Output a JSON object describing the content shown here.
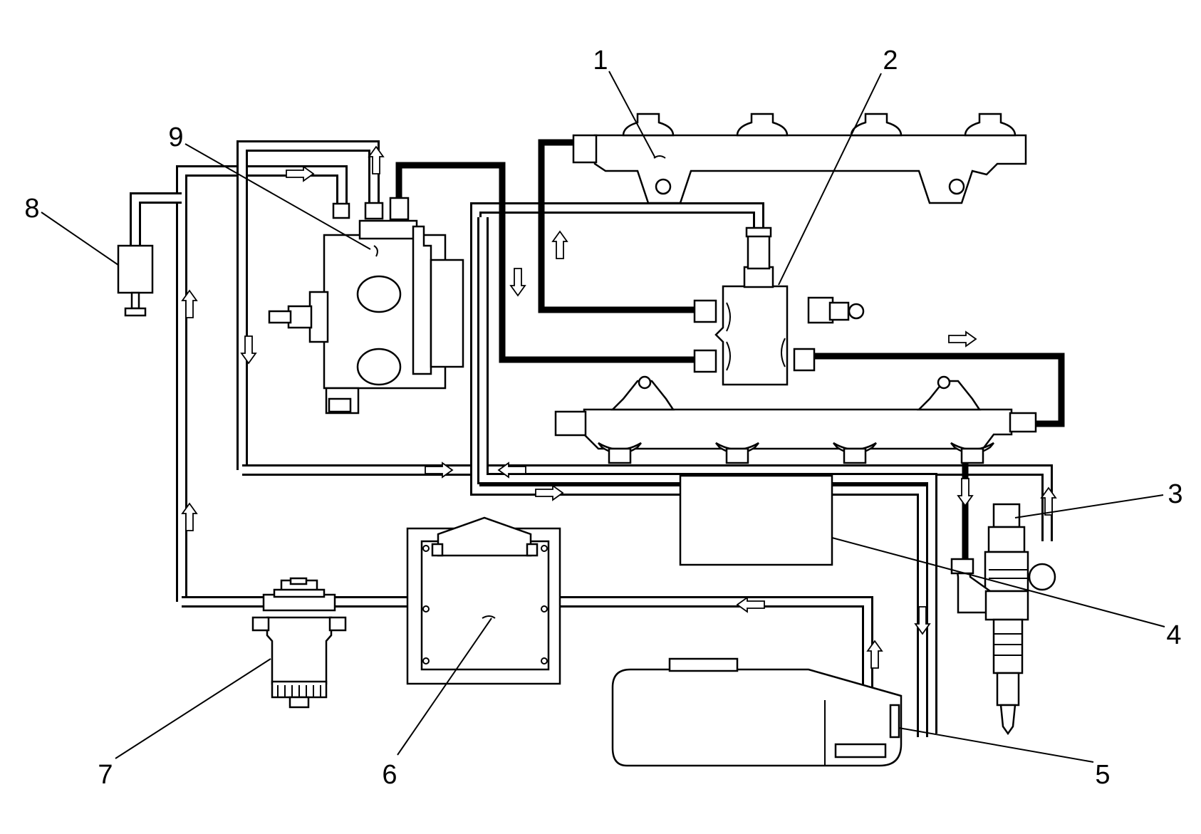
{
  "diagram": {
    "callouts": [
      {
        "id": "1",
        "label": "1"
      },
      {
        "id": "2",
        "label": "2"
      },
      {
        "id": "3",
        "label": "3"
      },
      {
        "id": "4",
        "label": "4"
      },
      {
        "id": "5",
        "label": "5"
      },
      {
        "id": "6",
        "label": "6"
      },
      {
        "id": "7",
        "label": "7"
      },
      {
        "id": "8",
        "label": "8"
      },
      {
        "id": "9",
        "label": "9"
      }
    ],
    "colors": {
      "stroke": "#000000",
      "background": "#ffffff"
    }
  }
}
